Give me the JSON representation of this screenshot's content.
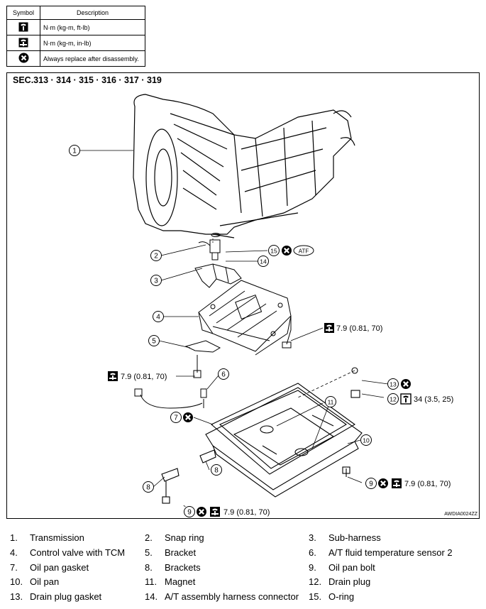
{
  "legend": {
    "header_symbol": "Symbol",
    "header_description": "Description",
    "rows": [
      {
        "icon": "torque-wrench-icon",
        "description": "N·m (kg-m, ft-lb)"
      },
      {
        "icon": "torque-wrench-small-icon",
        "description": "N·m (kg-m, in-lb)"
      },
      {
        "icon": "always-replace-icon",
        "description": "Always replace after disassembly."
      }
    ]
  },
  "section_label": "SEC.313 · 314 · 315 · 316 · 317 · 319",
  "diagram_code": "AWDIA0024ZZ",
  "fluid_label": "ATF",
  "torques": {
    "drain_plug": "34 (3.5, 25)",
    "control_valve_bolt": "7.9 (0.81, 70)",
    "bracket_bolt": "7.9 (0.81, 70)",
    "oil_pan_bolt_right": "7.9 (0.81, 70)",
    "oil_pan_bolt_bottom": "7.9 (0.81, 70)"
  },
  "callouts": {
    "c1": "1",
    "c2": "2",
    "c3": "3",
    "c4": "4",
    "c5": "5",
    "c6": "6",
    "c7": "7",
    "c8a": "8",
    "c8b": "8",
    "c9a": "9",
    "c9b": "9",
    "c10": "10",
    "c11": "11",
    "c12": "12",
    "c13": "13",
    "c14": "14",
    "c15": "15"
  },
  "parts": [
    {
      "num": "1.",
      "name": "Transmission"
    },
    {
      "num": "2.",
      "name": "Snap ring"
    },
    {
      "num": "3.",
      "name": "Sub-harness"
    },
    {
      "num": "4.",
      "name": "Control valve with TCM"
    },
    {
      "num": "5.",
      "name": "Bracket"
    },
    {
      "num": "6.",
      "name": "A/T fluid temperature sensor 2"
    },
    {
      "num": "7.",
      "name": "Oil pan gasket"
    },
    {
      "num": "8.",
      "name": "Brackets"
    },
    {
      "num": "9.",
      "name": "Oil pan bolt"
    },
    {
      "num": "10.",
      "name": "Oil pan"
    },
    {
      "num": "11.",
      "name": "Magnet"
    },
    {
      "num": "12.",
      "name": "Drain plug"
    },
    {
      "num": "13.",
      "name": "Drain plug gasket"
    },
    {
      "num": "14.",
      "name": "A/T assembly harness connector"
    },
    {
      "num": "15.",
      "name": "O-ring"
    }
  ]
}
